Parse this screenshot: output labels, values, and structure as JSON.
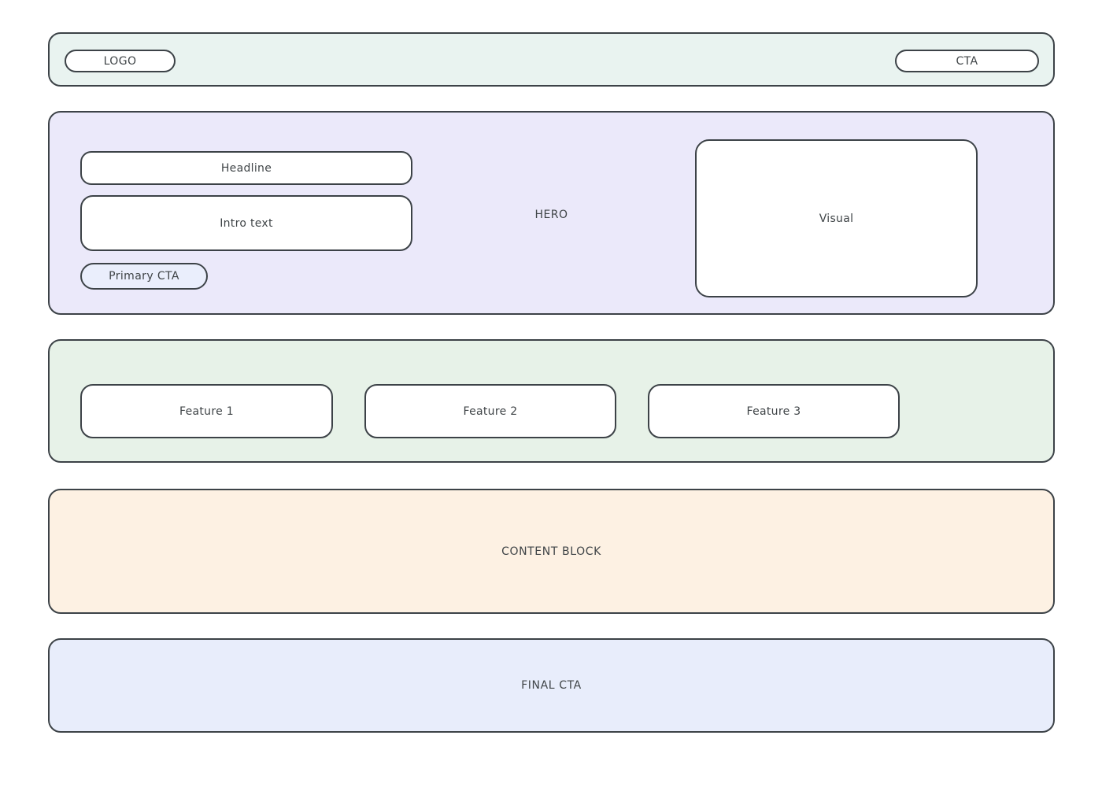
{
  "topbar": {
    "logo": "LOGO",
    "cta": "CTA"
  },
  "hero": {
    "section_label": "HERO",
    "headline": "Headline",
    "intro": "Intro text",
    "primary_cta": "Primary CTA",
    "visual": "Visual"
  },
  "features": {
    "items": [
      {
        "label": "Feature 1"
      },
      {
        "label": "Feature 2"
      },
      {
        "label": "Feature 3"
      }
    ]
  },
  "content_block": {
    "label": "CONTENT BLOCK"
  },
  "final_cta": {
    "label": "FINAL CTA"
  },
  "colors": {
    "topbar_bg": "#e9f3f0",
    "hero_bg": "#ebe9fa",
    "features_bg": "#e7f2e8",
    "content_bg": "#fdf1e3",
    "final_bg": "#e8edfb",
    "primary_cta_bg": "#eaeefc",
    "card_bg": "#ffffff",
    "border": "#3c4247",
    "text": "#3f4447"
  }
}
